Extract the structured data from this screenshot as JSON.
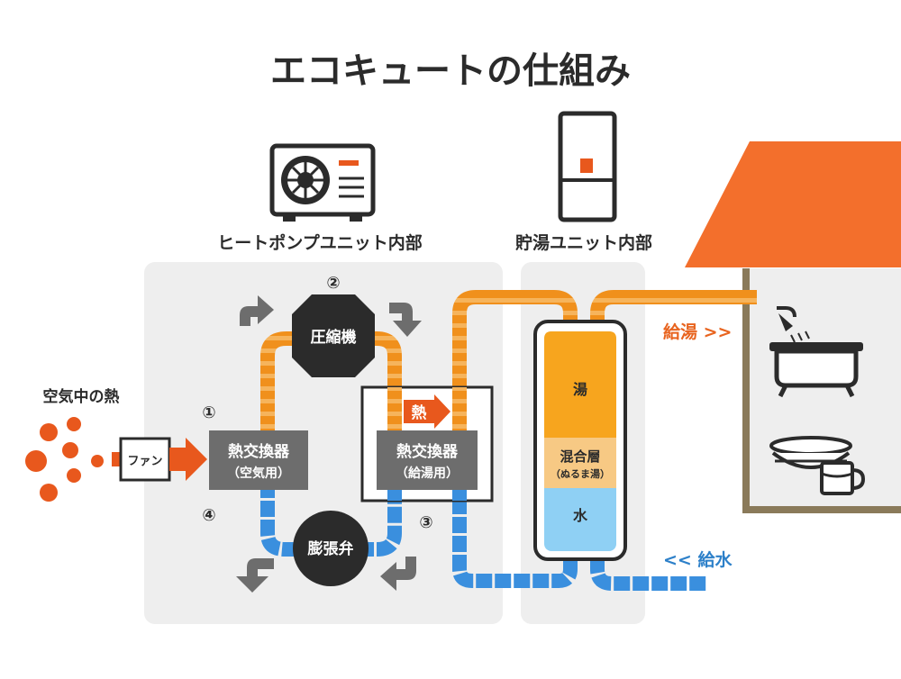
{
  "title": "エコキュートの仕組み",
  "heat_pump_label": "ヒートポンプユニット内部",
  "storage_label": "貯湯ユニット内部",
  "air_heat_label": "空気中の熱",
  "fan_label": "ファン",
  "compressor_label": "圧縮機",
  "expansion_valve_label": "膨張弁",
  "hx_air": {
    "title": "熱交換器",
    "subtitle": "（空気用）"
  },
  "hx_water": {
    "title": "熱交換器",
    "subtitle": "（給湯用）"
  },
  "heat_label": "熱",
  "tank": {
    "hot": "湯",
    "mixed": "混合層",
    "mixed_sub": "（ぬるま湯）",
    "water": "水"
  },
  "supply_hot_label": "給湯 >>",
  "supply_water_label": "<< 給水",
  "step_numbers": [
    "①",
    "②",
    "③",
    "④"
  ],
  "colors": {
    "orange": "#f0901c",
    "orange_light": "#f6b45c",
    "blue": "#3a8fde",
    "blue_light": "#6fb2ee",
    "dark": "#2b2b2b",
    "gray_box": "#6d6d6d",
    "panel": "#eeeeee",
    "arrow_orange": "#e8581d",
    "roof": "#f36f2c",
    "house_border": "#8a7a5a",
    "tank_hot": "#f7a51e",
    "tank_mixed": "#f7c984",
    "tank_water": "#8fd0f4",
    "label_orange": "#e8641f",
    "label_blue": "#2d80c9"
  }
}
